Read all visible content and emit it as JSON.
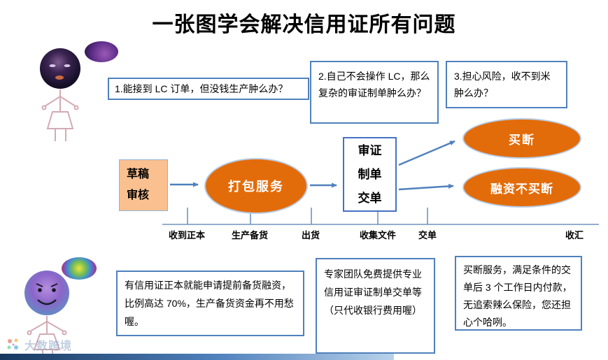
{
  "title": "一张图学会解决信用证所有问题",
  "questions": {
    "q1": "1.能接到 LC 订单，但没钱生产肿么办？",
    "q2": "2.自己不会操作 LC，那么复杂的审证制单肿么办？",
    "q3": "3.担心风险，收不到米肿么办？"
  },
  "flow": {
    "draft_review": "草稿\n审核",
    "packaging_service": "打包服务",
    "doc_process": "审证\n制单\n交单",
    "buyout": "买断",
    "financing_no_buyout": "融资不买断"
  },
  "timeline": {
    "labels": [
      "收到正本",
      "生产备货",
      "出货",
      "收集文件",
      "交单",
      "收汇"
    ]
  },
  "answers": {
    "a1": "有信用证正本就能申请提前备货融资，比例高达 70%，生产备货资金再不用愁喔。",
    "a2": "专家团队免费提供专业信用证审证制单交单等（只代收银行费用喔）",
    "a3": "买断服务，满足条件的交单后 3 个工作日内付款，无追索辣么保险，您还担心个哈咧。"
  },
  "watermark": "大数跨境",
  "colors": {
    "ellipse_orange": "#E36C0A",
    "box_border_blue": "#4F81BD",
    "draft_box_fill": "#FAC090",
    "arrow_blue": "#4F81BD"
  }
}
